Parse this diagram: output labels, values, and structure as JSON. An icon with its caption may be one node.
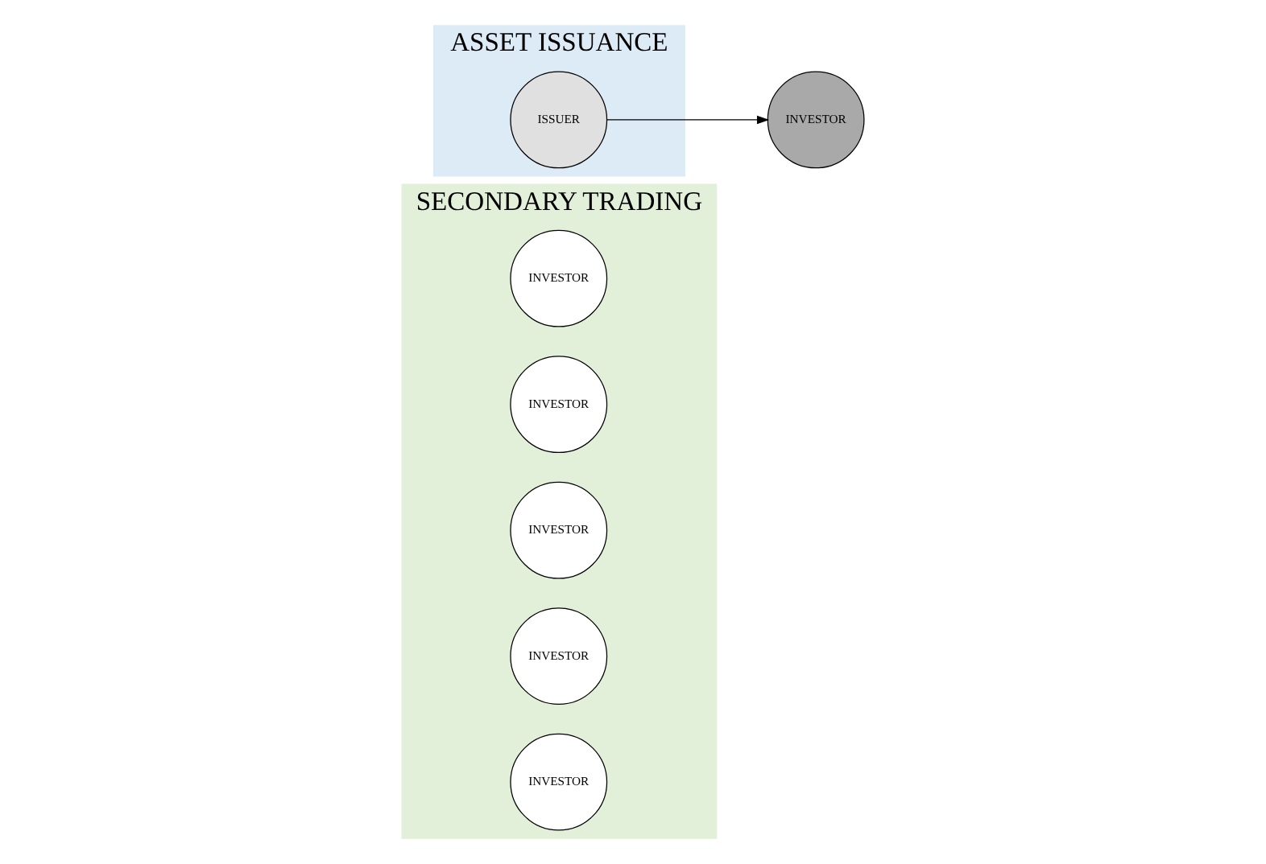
{
  "diagram": {
    "nodes": [
      {
        "text": [
          "SECONDARY TRADING"
        ]
      },
      {
        "text": [
          "INVESTOR"
        ],
        "in": 0
      },
      {
        "text": [
          "INVESTOR"
        ],
        "in": 0
      },
      {
        "text": [
          "INVESTOR"
        ],
        "in": 0
      },
      {
        "text": [
          "ASSET ISSUANCE"
        ]
      },
      {
        "text": [
          "ISSUER"
        ],
        "in": 4
      },
      {
        "text": [
          "INVESTOR"
        ]
      },
      {
        "text": [
          "INVESTOR"
        ],
        "in": 0
      },
      {
        "text": [
          "INVESTOR"
        ],
        "in": 0
      }
    ],
    "edges": [
      {
        "from": 5,
        "to": 6,
        "arrow": "to"
      }
    ]
  }
}
